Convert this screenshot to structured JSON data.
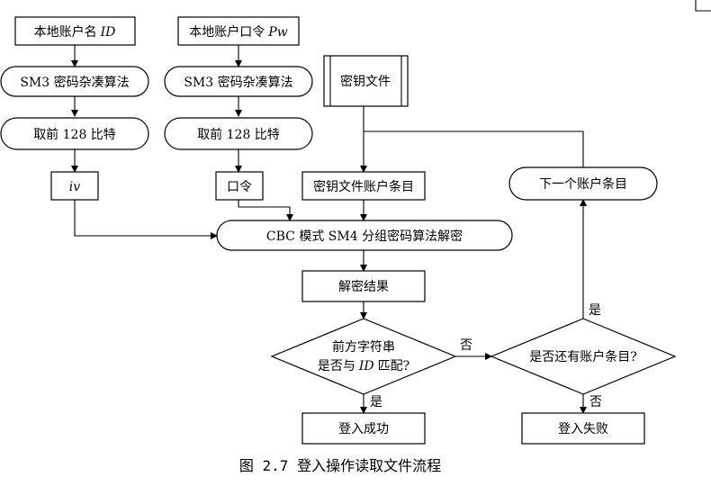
{
  "nodes": {
    "acct_id_prefix": "本地账户名",
    "acct_id_var": "ID",
    "acct_pw_prefix": "本地账户口令",
    "acct_pw_var": "Pw",
    "sm3_hash_1": "SM3 密码杂凑算法",
    "sm3_hash_2": "SM3 密码杂凑算法",
    "take128_1": "取前 128 比特",
    "take128_2": "取前 128 比特",
    "iv": "iv",
    "password": "口令",
    "key_file": "密钥文件",
    "key_entry": "密钥文件账户条目",
    "next_entry": "下一个账户条目",
    "decrypt": "CBC 模式 SM4 分组密码算法解密",
    "decrypt_result": "解密结果",
    "match_line1": "前方字符串",
    "match_line2_a": "是否与",
    "match_line2_var": "ID",
    "match_line2_b": "匹配?",
    "more_entries": "是否还有账户条目?",
    "login_success": "登入成功",
    "login_fail": "登入失败"
  },
  "edge_labels": {
    "match_yes": "是",
    "match_no": "否",
    "more_yes": "是",
    "more_no": "否"
  },
  "caption": "图 2.7 登入操作读取文件流程"
}
